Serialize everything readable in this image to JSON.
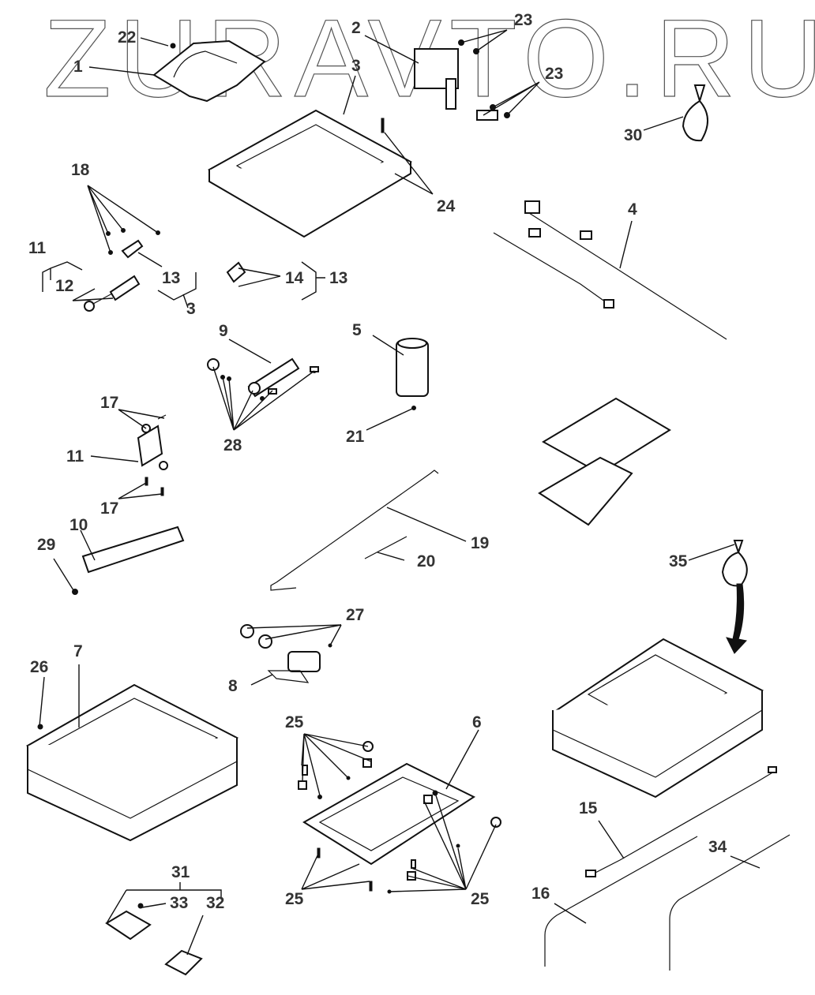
{
  "watermark": "ZURAVTO.RU",
  "diagram": {
    "type": "exploded-parts-diagram",
    "subject": "seat suspension assembly",
    "callouts": [
      {
        "id": "c1",
        "label": "1"
      },
      {
        "id": "c2",
        "label": "2"
      },
      {
        "id": "c3a",
        "label": "3"
      },
      {
        "id": "c3b",
        "label": "3"
      },
      {
        "id": "c4",
        "label": "4"
      },
      {
        "id": "c5",
        "label": "5"
      },
      {
        "id": "c6",
        "label": "6"
      },
      {
        "id": "c7",
        "label": "7"
      },
      {
        "id": "c8",
        "label": "8"
      },
      {
        "id": "c9",
        "label": "9"
      },
      {
        "id": "c10",
        "label": "10"
      },
      {
        "id": "c11a",
        "label": "11"
      },
      {
        "id": "c11b",
        "label": "11"
      },
      {
        "id": "c12",
        "label": "12"
      },
      {
        "id": "c13a",
        "label": "13"
      },
      {
        "id": "c13b",
        "label": "13"
      },
      {
        "id": "c14",
        "label": "14"
      },
      {
        "id": "c15",
        "label": "15"
      },
      {
        "id": "c16",
        "label": "16"
      },
      {
        "id": "c17a",
        "label": "17"
      },
      {
        "id": "c17b",
        "label": "17"
      },
      {
        "id": "c18",
        "label": "18"
      },
      {
        "id": "c19",
        "label": "19"
      },
      {
        "id": "c20",
        "label": "20"
      },
      {
        "id": "c21",
        "label": "21"
      },
      {
        "id": "c22",
        "label": "22"
      },
      {
        "id": "c23a",
        "label": "23"
      },
      {
        "id": "c23b",
        "label": "23"
      },
      {
        "id": "c24",
        "label": "24"
      },
      {
        "id": "c25a",
        "label": "25"
      },
      {
        "id": "c25b",
        "label": "25"
      },
      {
        "id": "c25c",
        "label": "25"
      },
      {
        "id": "c26",
        "label": "26"
      },
      {
        "id": "c27",
        "label": "27"
      },
      {
        "id": "c28",
        "label": "28"
      },
      {
        "id": "c29",
        "label": "29"
      },
      {
        "id": "c30",
        "label": "30"
      },
      {
        "id": "c31",
        "label": "31"
      },
      {
        "id": "c32",
        "label": "32"
      },
      {
        "id": "c33",
        "label": "33"
      },
      {
        "id": "c34",
        "label": "34"
      },
      {
        "id": "c35",
        "label": "35"
      }
    ]
  }
}
